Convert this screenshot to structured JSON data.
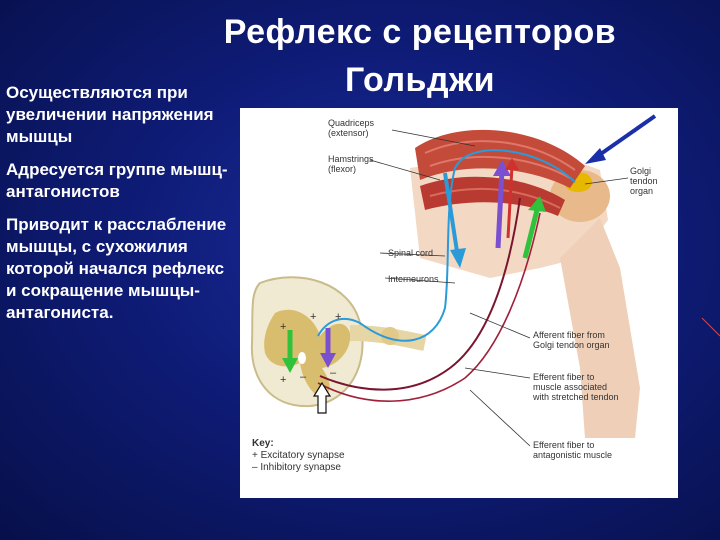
{
  "slide": {
    "title_line1": "Рефлекс с рецепторов",
    "title_line2": "Гольджи",
    "bullets": [
      "Осуществляются при увеличении напряжения мышцы",
      "Адресуется группе мышц-антагонистов",
      "Приводит к расслабление мышцы, с сухожилия которой начался рефлекс и сокращение мышцы-антагониста."
    ]
  },
  "figure": {
    "labels": {
      "quadriceps": "Quadriceps (extensor)",
      "hamstrings": "Hamstrings (flexor)",
      "golgi": "Golgi tendon organ",
      "spinal_cord": "Spinal cord",
      "interneurons": "Interneurons",
      "afferent": "Afferent fiber from Golgi tendon organ",
      "efferent_stretched": "Efferent fiber to muscle associated with stretched tendon",
      "efferent_antagonistic": "Efferent fiber to antagonistic muscle"
    },
    "key": {
      "title": "Key:",
      "excitatory": "+  Excitatory synapse",
      "inhibitory": "–  Inhibitory synapse"
    },
    "synapse_marks": [
      "+",
      "+",
      "+",
      "+",
      "–",
      "–"
    ]
  },
  "colors": {
    "background": "#0f1c78",
    "muscle_red": "#c0453a",
    "afferent_blue": "#2a9ad8",
    "efferent_dark": "#7a1530",
    "arrow_blue": "#1a2fa8",
    "arrow_purple": "#7a4fd0",
    "arrow_green": "#2fc23a"
  }
}
